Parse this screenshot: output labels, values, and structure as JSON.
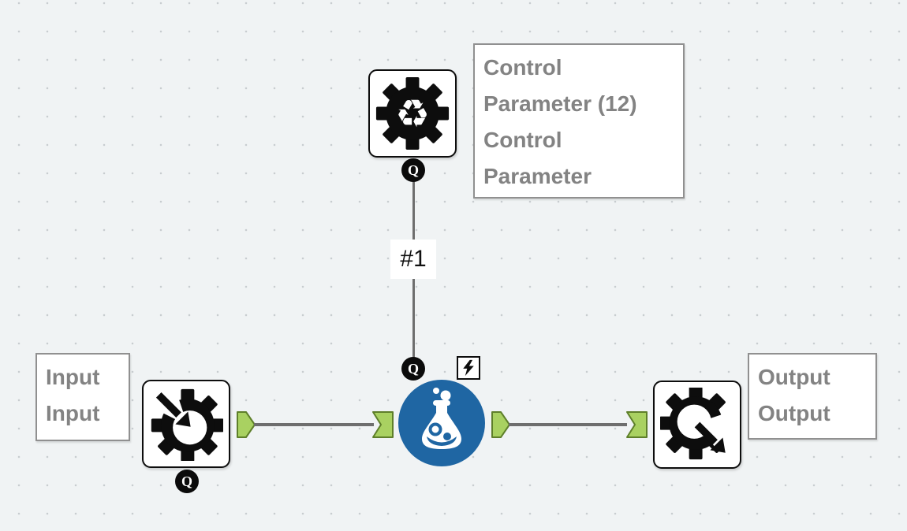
{
  "workflow": {
    "nodes": [
      {
        "name": "control-parameter-tool",
        "icon": "gear-recycle-icon",
        "annotation": "Control Parameter (12) Control Parameter",
        "anchor_badge": "Q"
      },
      {
        "name": "macro-input-tool",
        "icon": "gear-arrow-in-icon",
        "annotation": "Input Input",
        "anchor_badge": "Q"
      },
      {
        "name": "batch-macro-tool",
        "icon": "flask-icon",
        "anchor_badge": "Q",
        "indicator": "lightning-icon"
      },
      {
        "name": "macro-output-tool",
        "icon": "gear-arrow-out-icon",
        "annotation": "Output Output"
      }
    ],
    "connections": [
      {
        "from": "control-parameter-tool",
        "to": "batch-macro-tool",
        "label": "#1"
      },
      {
        "from": "macro-input-tool",
        "to": "batch-macro-tool",
        "label": ""
      },
      {
        "from": "batch-macro-tool",
        "to": "macro-output-tool",
        "label": ""
      }
    ]
  },
  "colors": {
    "canvas_bg": "#F0F3F4",
    "grid_dot": "#C8CDD0",
    "node_blue": "#1F66A3",
    "green": "#A9D161",
    "green_border": "#5E7F2A",
    "wire": "#6E6E6E",
    "label_text": "#838383",
    "label_border": "#909090",
    "icon_black": "#0D0D0D"
  }
}
